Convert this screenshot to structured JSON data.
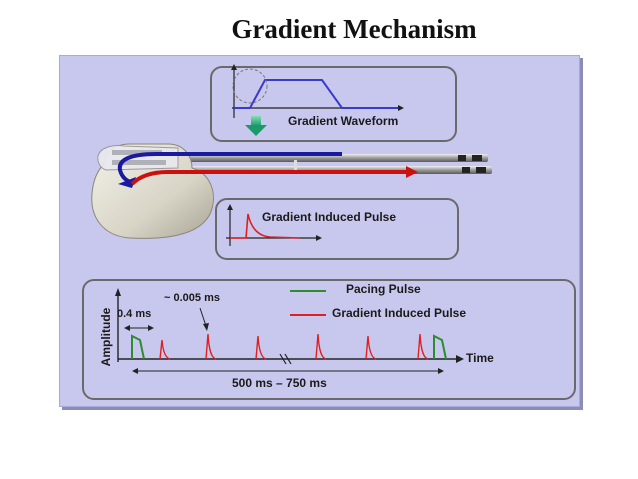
{
  "slide": {
    "title": "Gradient Mechanism"
  },
  "waveform_box": {
    "label": "Gradient Waveform"
  },
  "induced_box": {
    "label": "Gradient Induced Pulse"
  },
  "timeline_box": {
    "y_label": "Amplitude",
    "x_label": "Time",
    "pacing_width_label": "0.4 ms",
    "induced_width_label": "~ 0.005 ms",
    "interval_label": "500 ms – 750 ms",
    "legend": [
      {
        "label": "Pacing Pulse",
        "color": "#2e8b2e"
      },
      {
        "label": "Gradient Induced Pulse",
        "color": "#e02020"
      }
    ]
  },
  "colors": {
    "panel": "#c8c8ee",
    "lead_blue": "#1a1aa0",
    "lead_red": "#cc1010",
    "pacing_green": "#2e8b2e",
    "induced_red": "#e02020"
  },
  "icons": {
    "device": "pacemaker-icon",
    "arrow": "down-arrow-icon",
    "break": "axis-break-icon"
  }
}
